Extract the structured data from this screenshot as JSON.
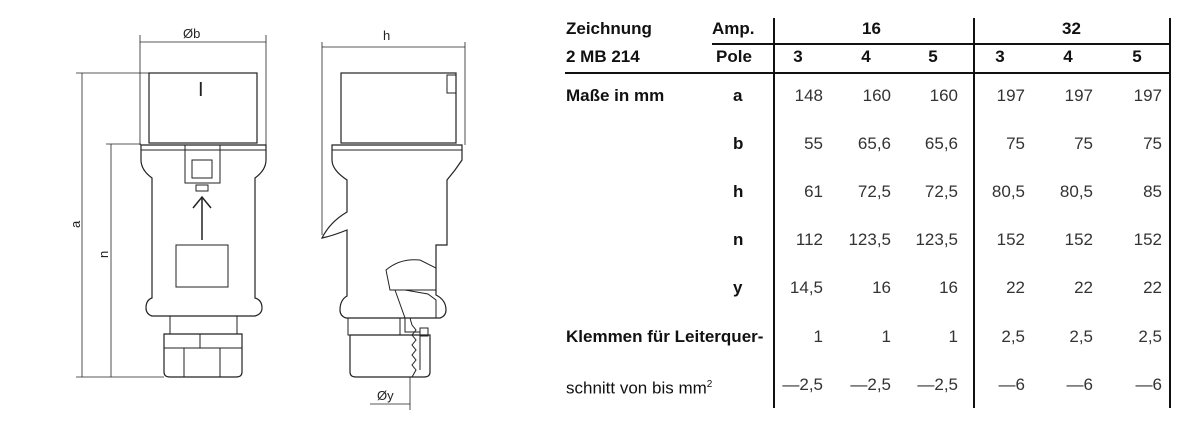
{
  "drawing": {
    "dimension_labels": {
      "a": "a",
      "n": "n",
      "b": "Øb",
      "h": "h",
      "y": "Øy"
    },
    "marking_symbol": "I"
  },
  "table": {
    "title_line1": "Zeichnung",
    "title_line2": "2 MB 214",
    "amp_label": "Amp.",
    "pole_label": "Pole",
    "amp_groups": [
      "16",
      "32"
    ],
    "poles": [
      "3",
      "4",
      "5",
      "3",
      "4",
      "5"
    ],
    "section_label": "Maße in mm",
    "rows": [
      {
        "key": "a",
        "values": [
          "148",
          "160",
          "160",
          "197",
          "197",
          "197"
        ]
      },
      {
        "key": "b",
        "values": [
          "55",
          "65,6",
          "65,6",
          "75",
          "75",
          "75"
        ]
      },
      {
        "key": "h",
        "values": [
          "61",
          "72,5",
          "72,5",
          "80,5",
          "80,5",
          "85"
        ]
      },
      {
        "key": "n",
        "values": [
          "112",
          "123,5",
          "123,5",
          "152",
          "152",
          "152"
        ]
      },
      {
        "key": "y",
        "values": [
          "14,5",
          "16",
          "16",
          "22",
          "22",
          "22"
        ]
      }
    ],
    "terminal_label_line1": "Klemmen für Leiterquer-",
    "terminal_label_line2": "schnitt von bis mm",
    "terminal_unit_sup": "2",
    "terminal_min": [
      "1",
      "1",
      "1",
      "2,5",
      "2,5",
      "2,5"
    ],
    "terminal_max": [
      "—2,5",
      "—2,5",
      "—2,5",
      "—6",
      "—6",
      "—6"
    ]
  }
}
